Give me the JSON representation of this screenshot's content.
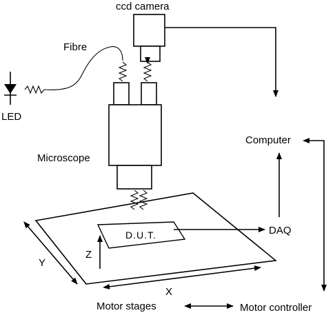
{
  "labels": {
    "ccd_camera": "ccd camera",
    "fibre": "Fibre",
    "led": "LED",
    "microscope": "Microscope",
    "computer": "Computer",
    "daq": "DAQ",
    "dut": "D.U.T.",
    "axis_z": "Z",
    "axis_y": "Y",
    "axis_x": "X",
    "motor_stages": "Motor stages",
    "motor_controller": "Motor controller"
  },
  "colors": {
    "line": "#000000",
    "background": "#ffffff"
  }
}
